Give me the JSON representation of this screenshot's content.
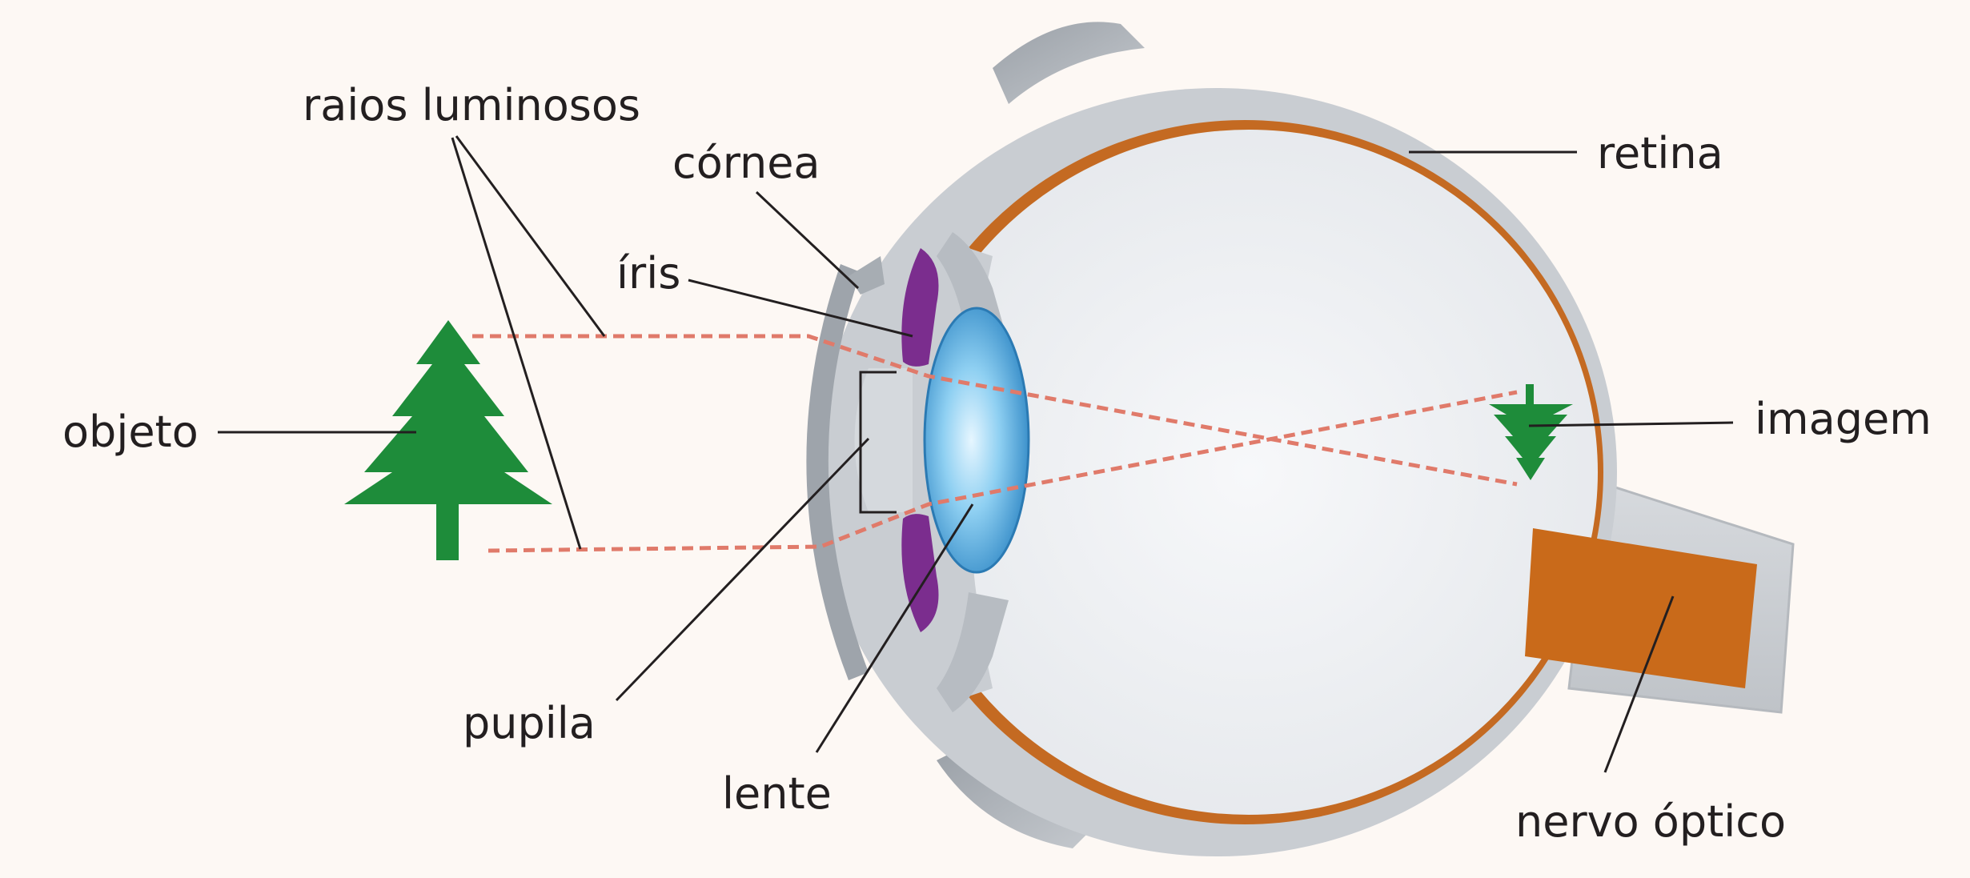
{
  "labels": {
    "light_rays": "raios luminosos",
    "cornea": "córnea",
    "iris": "íris",
    "retina": "retina",
    "object": "objeto",
    "image": "imagem",
    "pupil": "pupila",
    "lens": "lente",
    "optic_nerve": "nervo óptico"
  },
  "colors": {
    "background": "#fdf8f4",
    "sclera": "#c9cdd2",
    "vitreous": "#eef0f3",
    "retina": "#c46a22",
    "iris": "#7b2d8e",
    "lens": "#3fa3dc",
    "optic_nerve": "#c96a1a",
    "tree": "#1e8c3a",
    "ray": "#e07a6a",
    "leader_line": "#231f20"
  }
}
